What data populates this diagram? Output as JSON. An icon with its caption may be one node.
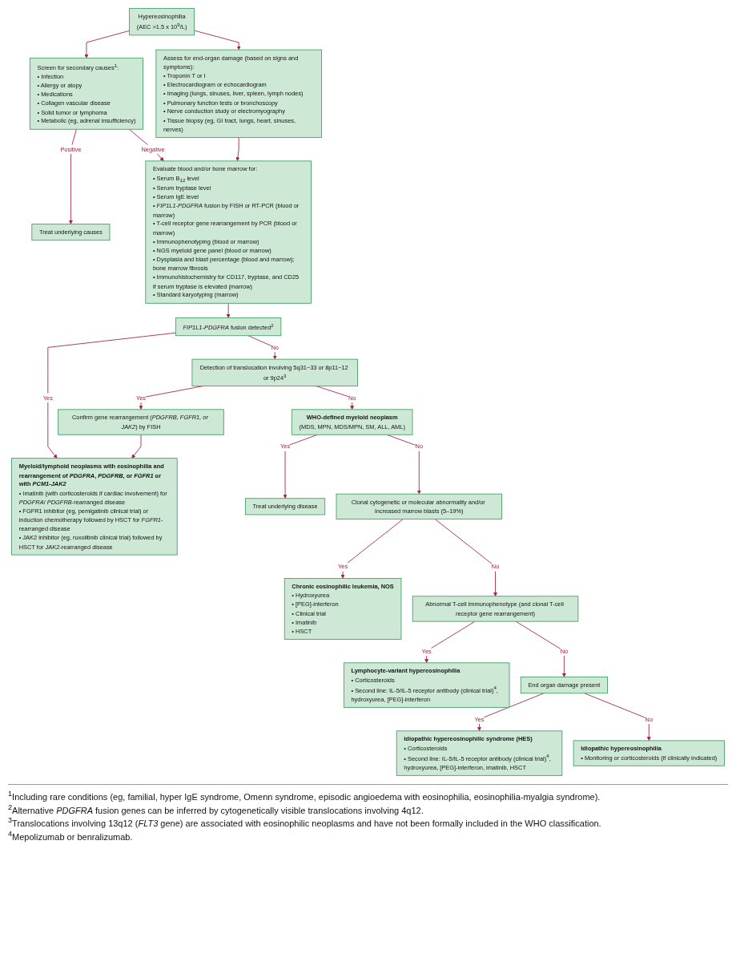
{
  "diagram": {
    "nodes": [
      {
        "text": [
          "Hypereosinophilia",
          "(AEC >1.5 x 10$^{9}$/L)"
        ]
      },
      {
        "text": [
          "Screen for secondary causes$^{1}$:",
          "• Infection",
          "• Allergy or atopy",
          "• Medications",
          "• Collagen vascular disease",
          "• Solid tumor or lymphoma",
          "• Metabolic (eg, adrenal insufficiency)"
        ]
      },
      {
        "text": [
          "Treat underlying causes"
        ]
      },
      {
        "text": [
          "Assess for end-organ damage (based on signs and symptoms):",
          "• Troponin T or I",
          "• Electrocardiogram or echocardiogram",
          "• Imaging (lungs, sinuses, liver, spleen, lymph nodes)",
          "• Pulmonary function tests or bronchoscopy",
          "• Nerve conduction study or electromyography",
          "• Tissue biopsy (eg, GI tract, lungs, heart, sinuses, nerves)"
        ]
      },
      {
        "text": [
          "Evaluate blood and/or bone marrow for:",
          "• Serum B$_{12}$ level",
          "• Serum tryptase level",
          "• Serum IgE level",
          "• *FIP1L1-PDGFRA* fusion by FISH or RT-PCR (blood or marrow)",
          "• T-cell receptor gene rearrangement by PCR (blood or marrow)",
          "• Immunophenotyping (blood or marrow)",
          "• NGS myeloid gene panel (blood or marrow)",
          "• Dysplasia and blast percentage (blood and marrow); bone marrow fibrosis",
          "• Immunohistochemistry for CD117, tryptase, and CD25 if serum tryptase is elevated (marrow)",
          "• Standard karyotyping (marrow)"
        ]
      },
      {
        "text": [
          "*FIP1L1-PDGFRA* fusion detected$^{2}$"
        ]
      },
      {
        "text": [
          "Detection of translocation involving 5q31~33 or 8p11~12 or 9p24$^{3}$"
        ]
      },
      {
        "text": [
          "Confirm gene rearrangement (*PDGFRB, FGFR1, or JAK2*) by FISH"
        ]
      },
      {
        "text": [
          "Myeloid/lymphoid neoplasms with eosinophilia and rearrangement of *PDGFRA*, *PDGFRB*, or *FGFR1* or with *PCM1-JAK2*",
          "• Imatinib (with corticosteroids if cardiac involvement) for *PDGFRA*/ *PDGFRB*-rearranged disease",
          "• FGFR1 inhibitor (eg, pemigatinib clinical trial) or induction chemotherapy followed by HSCT for *FGFR1*-rearranged disease",
          "• JAK2 inhibitor (eg, ruxolitinib clinical trial) followed by HSCT for *JAK2*-rearranged disease"
        ]
      },
      {
        "text": [
          "WHO-defined myeloid neoplasm",
          "(MDS, MPN, MDS/MPN, SM, ALL, AML)"
        ]
      },
      {
        "text": [
          "Treat underlying disease"
        ]
      },
      {
        "text": [
          "Clonal cytogenetic or molecular abnormality and/or increased marrow blasts (5–19%)"
        ]
      },
      {
        "text": [
          "Chronic eosinophilic leukemia, NOS",
          "• Hydroxyurea",
          "• [PEG]-interferon",
          "• Clinical trial",
          "• Imatinib",
          "• HSCT"
        ]
      },
      {
        "text": [
          "Abnormal T-cell immunophenotype (and clonal T-cell receptor gene rearrangement)"
        ]
      },
      {
        "text": [
          "Lymphocyte-variant hypereosinophilia",
          "• Corticosteroids",
          "• Second line: IL-5/IL-5 receptor antibody (clinical trial)$^{4}$, hydroxyurea, [PEG]-interferon"
        ]
      },
      {
        "text": [
          "End organ damage present"
        ]
      },
      {
        "text": [
          "Idiopathic hypereosinophilic syndrome (HES)",
          "• Corticosteroids",
          "• Second line: IL-5/IL-5 receptor antibody (clinical trial)$^{4}$, hydroxyurea, [PEG]-interferon, imatinib, HSCT"
        ]
      },
      {
        "text": [
          "Idiopathic hypereosinophilia",
          "• Monitoring or corticosteroids (if clinically indicated)"
        ]
      }
    ],
    "edges": [
      {
        "from": 0,
        "to": 1,
        "arrow": "to"
      },
      {
        "from": 0,
        "to": 3,
        "arrow": "to"
      },
      {
        "from": 1,
        "to": 2,
        "label": "Positive",
        "arrow": "to"
      },
      {
        "from": 1,
        "to": 4,
        "label": "Negative",
        "arrow": "to"
      },
      {
        "from": 3,
        "to": 4,
        "arrow": "to"
      },
      {
        "from": 4,
        "to": 5,
        "arrow": "to"
      },
      {
        "from": 5,
        "to": 8,
        "label": "Yes",
        "arrow": "to"
      },
      {
        "from": 5,
        "to": 6,
        "label": "No",
        "arrow": "to"
      },
      {
        "from": 6,
        "to": 7,
        "label": "Yes",
        "arrow": "to"
      },
      {
        "from": 6,
        "to": 9,
        "label": "No",
        "arrow": "to"
      },
      {
        "from": 7,
        "to": 8,
        "arrow": "to"
      },
      {
        "from": 9,
        "to": 10,
        "label": "Yes",
        "arrow": "to"
      },
      {
        "from": 9,
        "to": 11,
        "label": "No",
        "arrow": "to"
      },
      {
        "from": 11,
        "to": 12,
        "label": "Yes",
        "arrow": "to"
      },
      {
        "from": 11,
        "to": 13,
        "label": "No",
        "arrow": "to"
      },
      {
        "from": 13,
        "to": 14,
        "label": "Yes",
        "arrow": "to"
      },
      {
        "from": 13,
        "to": 15,
        "label": "No",
        "arrow": "to"
      },
      {
        "from": 15,
        "to": 16,
        "label": "Yes",
        "arrow": "to"
      },
      {
        "from": 15,
        "to": 17,
        "label": "No",
        "arrow": "to"
      }
    ],
    "labels": [
      "$^{1}$Including rare conditions (eg, familial, hyper IgE syndrome, Omenn syndrome, episodic angioedema with eosinophilia, eosinophilia-myalgia syndrome).",
      "$^{2}$Alternative *PDGFRA* fusion genes can be inferred by cytogenetically visible translocations involving 4q12.",
      "$^{3}$Translocations involving 13q12 (*FLT3* gene) are associated with eosinophilic neoplasms and have not been formally included in the WHO classification.",
      "$^{4}$Mepolizumab or benralizumab."
    ]
  }
}
